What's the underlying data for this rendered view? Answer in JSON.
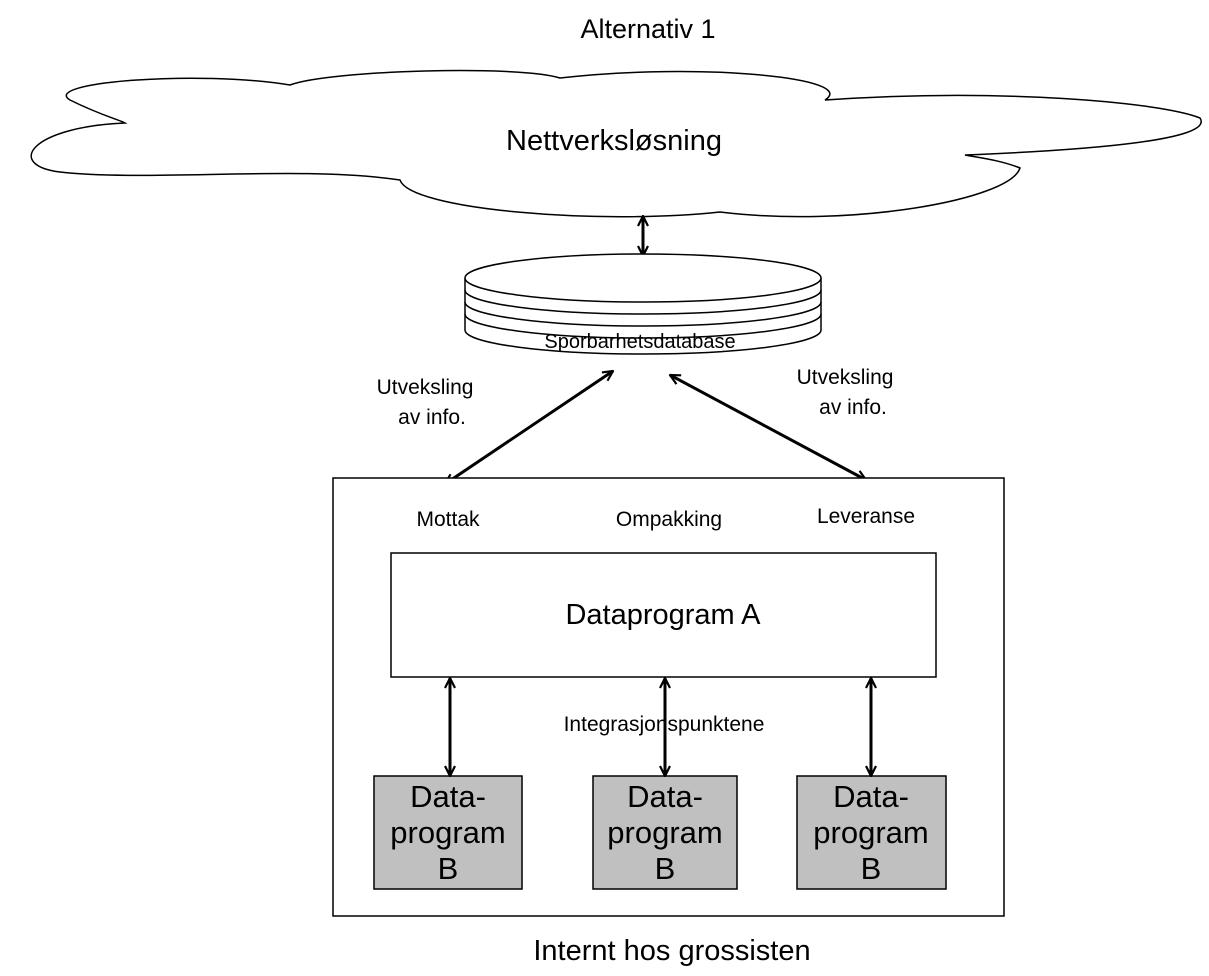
{
  "title": "Alternativ 1",
  "cloud": {
    "label": "Nettverksløsning"
  },
  "database": {
    "label": "Sporbarhetsdatabase"
  },
  "exchange_left": {
    "line1": "Utveksling",
    "line2": "av info."
  },
  "exchange_right": {
    "line1": "Utveksling",
    "line2": "av info."
  },
  "stages": [
    "Mottak",
    "Ompakking",
    "Leveranse"
  ],
  "program_a": {
    "label": "Dataprogram A"
  },
  "integration_label": "Integrasjonspunktene",
  "program_b": [
    {
      "line1": "Data-",
      "line2": "program",
      "line3": "B"
    },
    {
      "line1": "Data-",
      "line2": "program",
      "line3": "B"
    },
    {
      "line1": "Data-",
      "line2": "program",
      "line3": "B"
    }
  ],
  "footer": "Internt hos grossisten",
  "colors": {
    "box_b_fill": "#c0c0c0",
    "stroke": "#000000",
    "background": "#ffffff"
  }
}
